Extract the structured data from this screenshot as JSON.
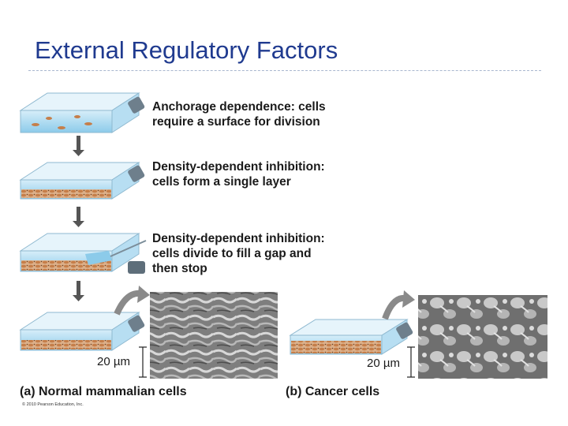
{
  "slide": {
    "title": "External Regulatory Factors"
  },
  "steps": [
    {
      "line1": "Anchorage dependence: cells",
      "line2": "require a surface for division",
      "line3": ""
    },
    {
      "line1": "Density-dependent inhibition:",
      "line2": "cells form a single layer",
      "line3": ""
    },
    {
      "line1": "Density-dependent inhibition:",
      "line2": "cells divide to fill a gap and",
      "line3": "then stop"
    }
  ],
  "panels": {
    "normal_label": "(a) Normal mammalian cells",
    "cancer_label": "(b) Cancer cells",
    "scale_bar_a": "20 µm",
    "scale_bar_b": "20 µm"
  },
  "copyright": "© 2010 Pearson Education, Inc.",
  "colors": {
    "title": "#1f3a8f",
    "flask_blue": "#9ed3ee",
    "cells": "#c98c5a",
    "micrograph": "#8c8c8c"
  }
}
